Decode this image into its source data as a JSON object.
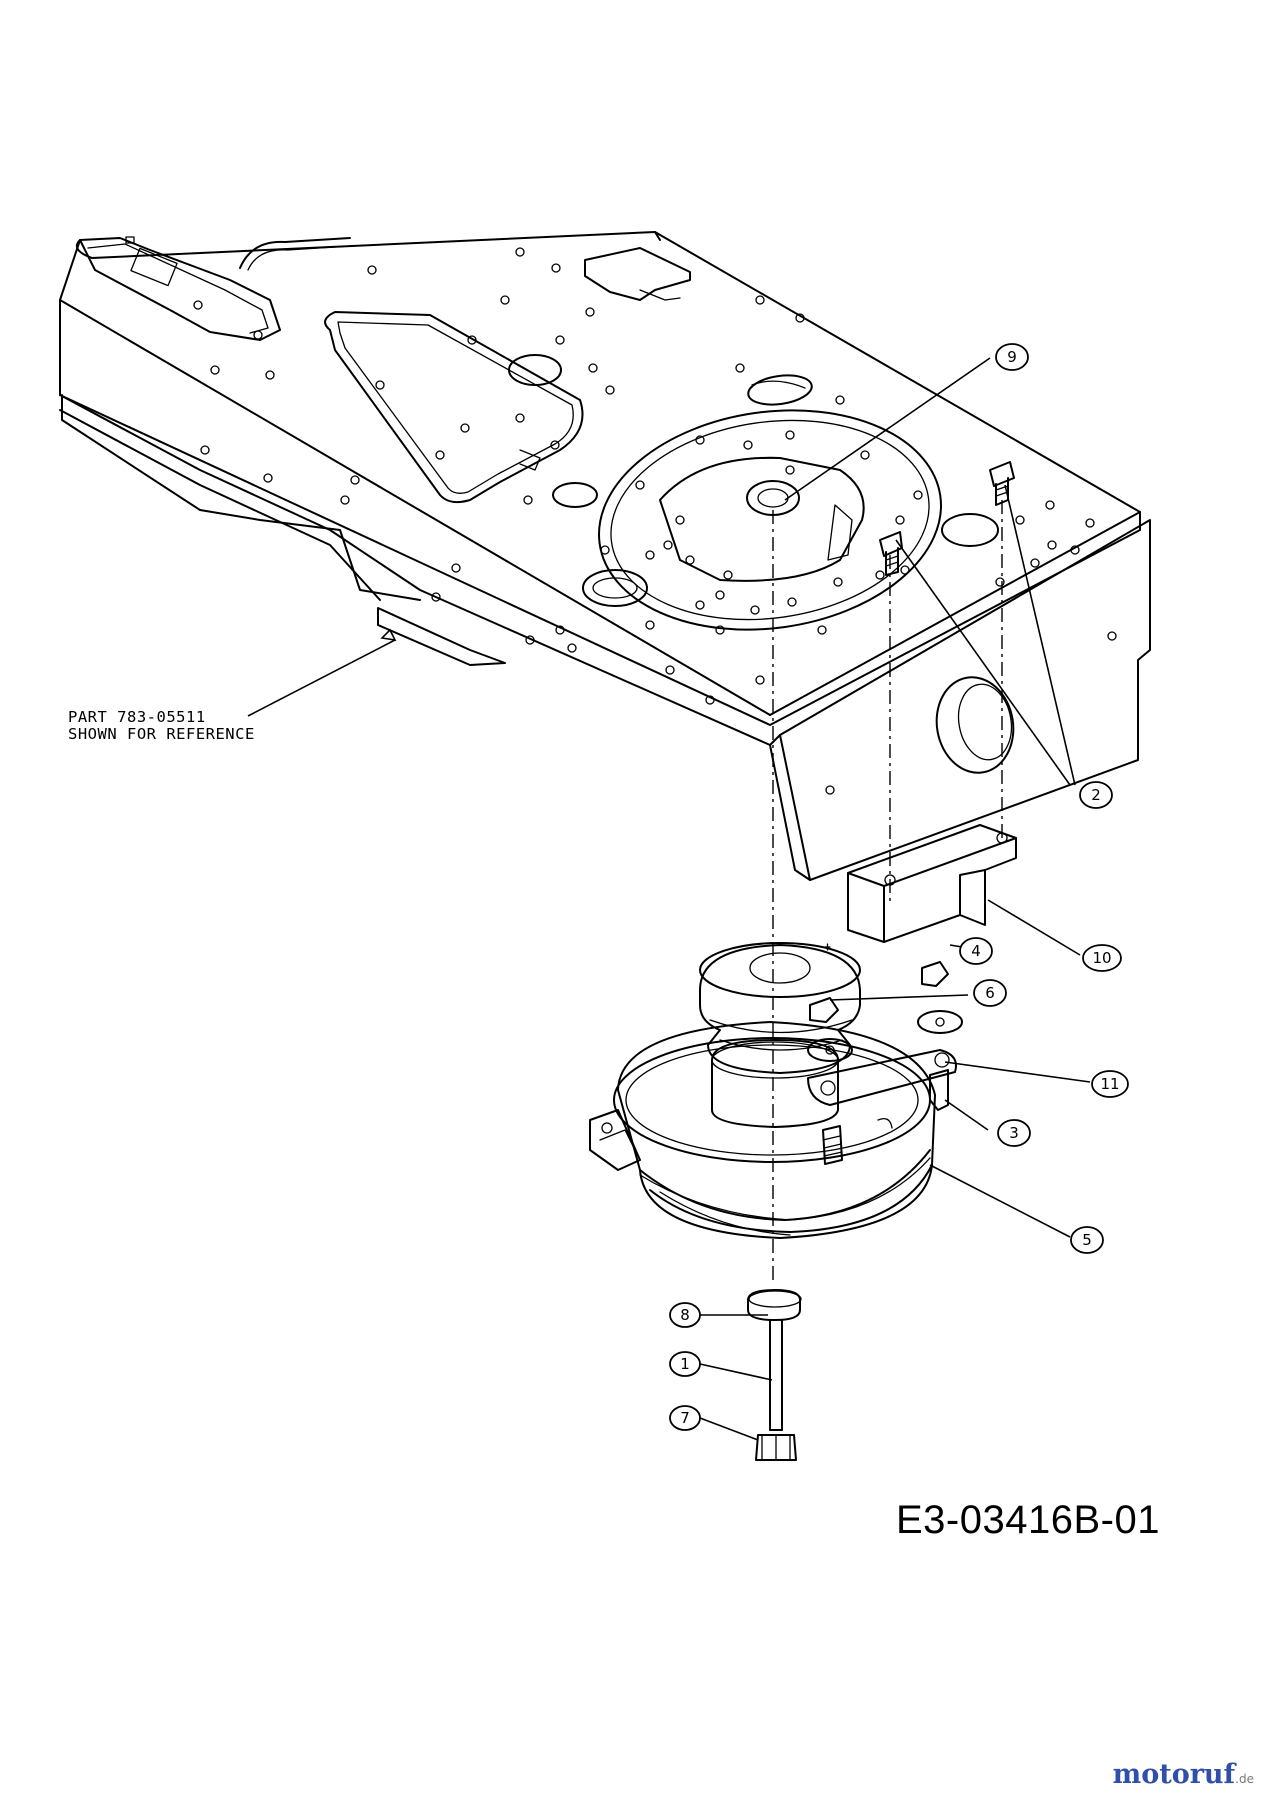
{
  "reference_note": {
    "line1": "PART 783-05511",
    "line2": "SHOWN FOR REFERENCE"
  },
  "callouts": [
    "9",
    "2",
    "10",
    "4",
    "6",
    "11",
    "3",
    "5",
    "8",
    "1",
    "7"
  ],
  "diagram_id": "E3-03416B-01",
  "watermark": {
    "name": "motoruf",
    "tld": ".de"
  },
  "colors": {
    "line": "#000000",
    "background": "#ffffff",
    "watermark": "#2f4fa8"
  }
}
